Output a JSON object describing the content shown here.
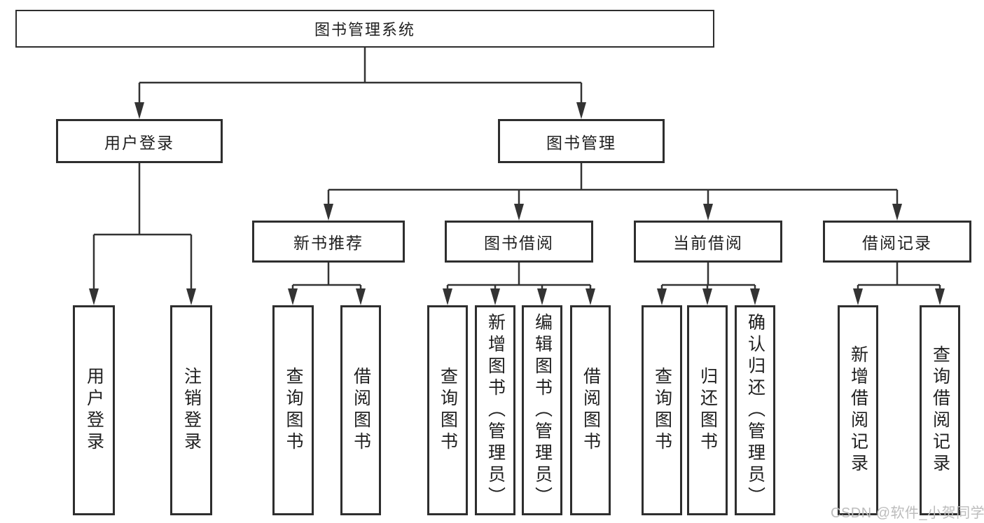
{
  "diagram": {
    "root": {
      "label": "图书管理系统"
    },
    "level2": [
      {
        "label": "用户登录"
      },
      {
        "label": "图书管理"
      }
    ],
    "level3": [
      {
        "label": "新书推荐"
      },
      {
        "label": "图书借阅"
      },
      {
        "label": "当前借阅"
      },
      {
        "label": "借阅记录"
      }
    ],
    "leaves": {
      "user_login": [
        {
          "label": "用户登录"
        },
        {
          "label": "注销登录"
        }
      ],
      "new_book_recommend": [
        {
          "label": "查询图书"
        },
        {
          "label": "借阅图书"
        }
      ],
      "book_borrow": [
        {
          "label": "查询图书"
        },
        {
          "label": "新增图书（管理员）"
        },
        {
          "label": "编辑图书（管理员）"
        },
        {
          "label": "借阅图书"
        }
      ],
      "current_borrow": [
        {
          "label": "查询图书"
        },
        {
          "label": "归还图书"
        },
        {
          "label": "确认归还（管理员）"
        }
      ],
      "borrow_records": [
        {
          "label": "新增借阅记录"
        },
        {
          "label": "查询借阅记录"
        }
      ]
    },
    "colors": {
      "box_border": "#2e2e2e",
      "connector_line": "#333333",
      "text": "#1f1f1f",
      "background": "#ffffff",
      "watermark": "#bcbcbc"
    }
  },
  "watermark": {
    "text": "CSDN @软件_小贺同学"
  }
}
